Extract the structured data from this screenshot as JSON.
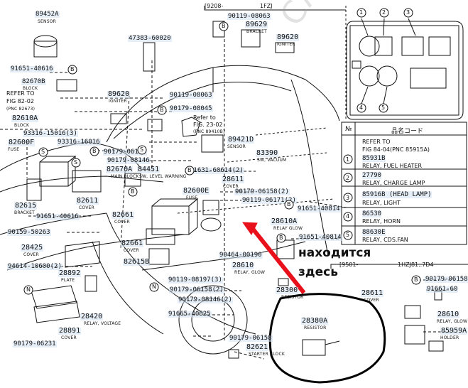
{
  "header": {
    "range_1": "[9208-",
    "model_1": "1FZJ",
    "range_2": "[9501-",
    "model_2": "1HZJ81..7D4"
  },
  "parts": [
    {
      "id": "p1",
      "pn": "89452A",
      "sub": "SENSOR"
    },
    {
      "id": "p2",
      "pn": "91651-40616",
      "sub": ""
    },
    {
      "id": "p3",
      "pn": "82670B",
      "sub": "BLOCK"
    },
    {
      "id": "p4",
      "pn": "82610A",
      "sub": "BLOCK"
    },
    {
      "id": "p5",
      "pn": "93316-15016(3)",
      "sub": ""
    },
    {
      "id": "p6",
      "pn": "82600F",
      "sub": "FUSE"
    },
    {
      "id": "p7",
      "pn": "93316-16016",
      "sub": ""
    },
    {
      "id": "p8",
      "pn": "82611",
      "sub": "COVER"
    },
    {
      "id": "p9",
      "pn": "82615",
      "sub": "BRACKET"
    },
    {
      "id": "p10",
      "pn": "91651-40616",
      "sub": ""
    },
    {
      "id": "p11",
      "pn": "90159-50263",
      "sub": ""
    },
    {
      "id": "p12",
      "pn": "28425",
      "sub": "COVER"
    },
    {
      "id": "p13",
      "pn": "94614-10600(2)",
      "sub": ""
    },
    {
      "id": "p14",
      "pn": "28892",
      "sub": "PLATE"
    },
    {
      "id": "p15",
      "pn": "28891",
      "sub": "COVER"
    },
    {
      "id": "p16",
      "pn": "90179-06231",
      "sub": ""
    },
    {
      "id": "p17",
      "pn": "28420",
      "sub": "RELAY, VOLTAGE"
    },
    {
      "id": "p18",
      "pn": "47383-60020",
      "sub": ""
    },
    {
      "id": "p19",
      "pn": "89620",
      "sub": "IGNITER"
    },
    {
      "id": "p20",
      "pn": "90179-06158",
      "sub": ""
    },
    {
      "id": "p21",
      "pn": "90179-08146",
      "sub": ""
    },
    {
      "id": "p22",
      "pn": "82670A",
      "sub": "MAIN BLOCK"
    },
    {
      "id": "p23",
      "pn": "84451",
      "sub": "SW, LEVEL WARNING"
    },
    {
      "id": "p24",
      "pn": "82600E",
      "sub": "FUSE"
    },
    {
      "id": "p25",
      "pn": "82661",
      "sub": "COVER"
    },
    {
      "id": "p26",
      "pn": "82661",
      "sub": "COVER"
    },
    {
      "id": "p27",
      "pn": "82615B",
      "sub": ""
    },
    {
      "id": "p28",
      "pn": "90119-08197(3)",
      "sub": ""
    },
    {
      "id": "p29",
      "pn": "90179-06158(2)",
      "sub": ""
    },
    {
      "id": "p30",
      "pn": "90179-08146(2)",
      "sub": ""
    },
    {
      "id": "p31",
      "pn": "91665-40625",
      "sub": ""
    },
    {
      "id": "p32",
      "pn": "90119-08063",
      "sub": ""
    },
    {
      "id": "p33",
      "pn": "89629",
      "sub": "BRACKET"
    },
    {
      "id": "p34",
      "pn": "89620",
      "sub": "IGNITER"
    },
    {
      "id": "p35",
      "pn": "90119-08063",
      "sub": ""
    },
    {
      "id": "p36",
      "pn": "90179-08045",
      "sub": ""
    },
    {
      "id": "p37",
      "pn": "89421D",
      "sub": "SENSOR"
    },
    {
      "id": "p38",
      "pn": "83390",
      "sub": "SW, VACUUM"
    },
    {
      "id": "p39",
      "pn": "91631-60614(2)",
      "sub": ""
    },
    {
      "id": "p40",
      "pn": "28611",
      "sub": "COVER"
    },
    {
      "id": "p41",
      "pn": "90179-06158(2)",
      "sub": ""
    },
    {
      "id": "p42",
      "pn": "90119-06171(2)",
      "sub": ""
    },
    {
      "id": "p43",
      "pn": "91651-40814",
      "sub": ""
    },
    {
      "id": "p44",
      "pn": "28610A",
      "sub": "RELAY GLOW"
    },
    {
      "id": "p45",
      "pn": "91651-40814",
      "sub": ""
    },
    {
      "id": "p46",
      "pn": "90464-00190",
      "sub": ""
    },
    {
      "id": "p47",
      "pn": "28610",
      "sub": "RELAY, GLOW"
    },
    {
      "id": "p48",
      "pn": "28300",
      "sub": "RESISTOR"
    },
    {
      "id": "p49",
      "pn": "28380A",
      "sub": "RESISTOR"
    },
    {
      "id": "p50",
      "pn": "90179-06158",
      "sub": ""
    },
    {
      "id": "p51",
      "pn": "82621",
      "sub": "STARTER BLOCK"
    },
    {
      "id": "p52",
      "pn": "28611",
      "sub": "COVER"
    },
    {
      "id": "p53",
      "pn": "90179-06158",
      "sub": ""
    },
    {
      "id": "p54",
      "pn": "91661-60",
      "sub": ""
    },
    {
      "id": "p55",
      "pn": "28610",
      "sub": "RELAY, GLOW"
    },
    {
      "id": "p56",
      "pn": "85959A",
      "sub": "HOLDER"
    }
  ],
  "refs": {
    "ref_fig_1": [
      "REFER TO",
      "FIG  82-02",
      "(PNC 82673)"
    ],
    "ref_fig_2": [
      "Refer to",
      "FIG. 23-02",
      "(PNC 89410B)"
    ]
  },
  "callout_letters": [
    "B",
    "S",
    "S",
    "S",
    "B",
    "B",
    "B",
    "B",
    "B",
    "B",
    "N",
    "N",
    "B",
    "B"
  ],
  "relay_box": {
    "numbers": [
      "1",
      "2",
      "3",
      "4",
      "5"
    ]
  },
  "legend_table": {
    "header_num": "№",
    "header_code": "品名コード",
    "rows": [
      {
        "num": "1",
        "lines": [
          "REFER TO",
          "FIG  84-04(PNC 85915A)"
        ],
        "pn": "",
        "desc": ""
      },
      {
        "num": "",
        "lines": [],
        "pn": "85931B",
        "desc": "RELAY, FUEL HEATER"
      },
      {
        "num": "2",
        "lines": [],
        "pn": "27790",
        "desc": "RELAY, CHARGE LAMP"
      },
      {
        "num": "3",
        "lines": [],
        "pn": "85916B (HEAD LAMP)",
        "desc": "RELAY, LIGHT"
      },
      {
        "num": "4",
        "lines": [],
        "pn": "86530",
        "desc": "RELAY, HORN"
      },
      {
        "num": "5",
        "lines": [],
        "pn": "88630E",
        "desc": "RELAY, CDS.FAN"
      }
    ]
  },
  "annotation": {
    "line1": "находится",
    "line2": "здесь"
  },
  "watermark": "CARSPANCATS.RU",
  "colors": {
    "arrow": "#e8111b",
    "ink": "#111111",
    "label_bg": "#d2e0f0"
  }
}
